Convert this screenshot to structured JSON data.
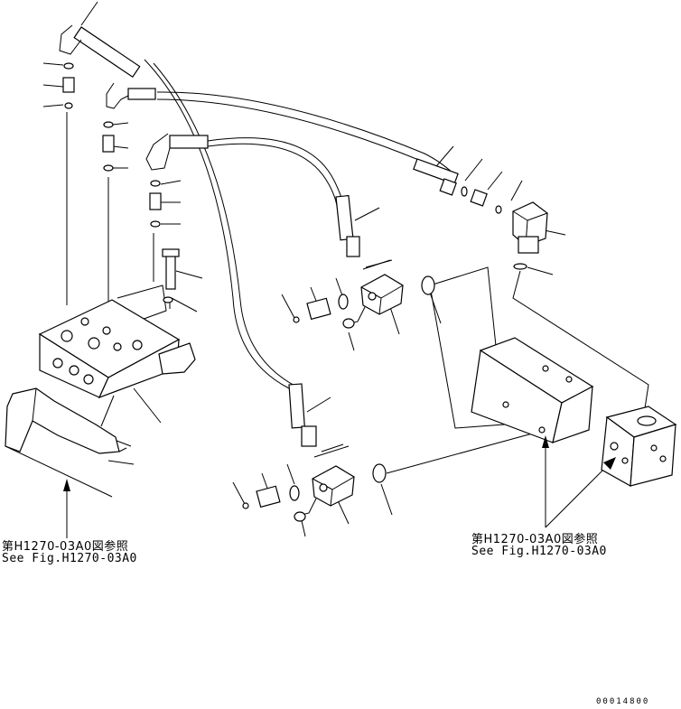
{
  "references": {
    "left": {
      "line1": "第H1270-03A0図参照",
      "line2": "See Fig.H1270-03A0"
    },
    "right": {
      "line1": "第H1270-03A0図参照",
      "line2": "See Fig.H1270-03A0"
    }
  },
  "drawing_code": "00014800"
}
